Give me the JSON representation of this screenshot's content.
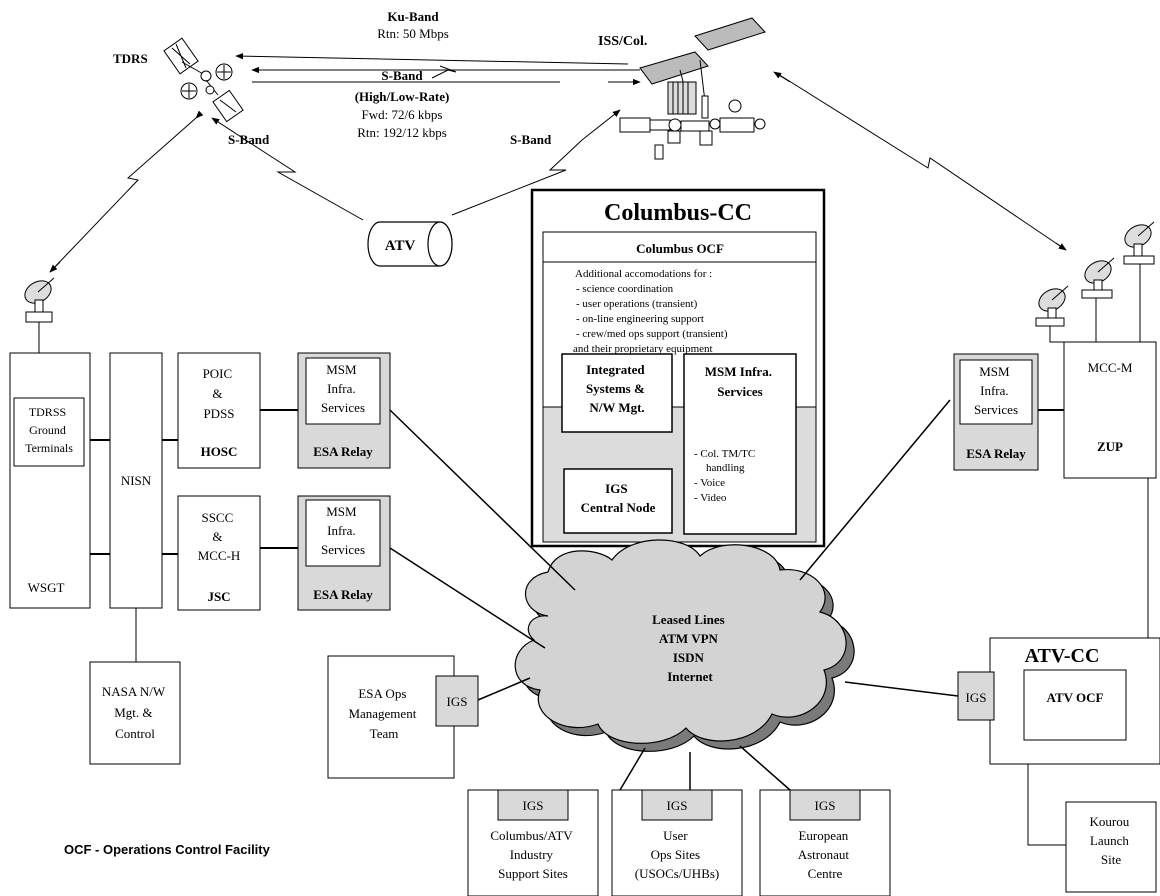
{
  "space": {
    "tdrs": "TDRS",
    "iss": "ISS/Col.",
    "ku_band": "Ku-Band",
    "ku_rtn": "Rtn: 50 Mbps",
    "s_band_top": "S-Band",
    "high_low": "(High/Low-Rate)",
    "fwd": "Fwd: 72/6 kbps",
    "rtn": "Rtn: 192/12 kbps",
    "s_band_left": "S-Band",
    "s_band_right": "S-Band",
    "atv": "ATV"
  },
  "columbus_cc": {
    "title": "Columbus-CC",
    "ocf_title": "Columbus OCF",
    "accom_intro": "Additional accomodations for :",
    "accom_items": [
      "- science coordination",
      "- user operations (transient)",
      "- on-line engineering support",
      "- crew/med ops support (transient)"
    ],
    "accom_outro": "and their proprietary equipment",
    "integrated": [
      "Integrated",
      "Systems &",
      "N/W Mgt."
    ],
    "msm_title": [
      "MSM Infra.",
      "Services"
    ],
    "msm_items": [
      "- Col. TM/TC",
      "handling",
      "- Voice",
      "- Video"
    ],
    "igs_central": [
      "IGS",
      "Central Node"
    ]
  },
  "us_side": {
    "tdrss": [
      "TDRSS",
      "Ground",
      "Terminals"
    ],
    "wsgt": "WSGT",
    "nisn": "NISN",
    "poic": [
      "POIC",
      "&",
      "PDSS"
    ],
    "hosc": "HOSC",
    "sscc": [
      "SSCC",
      "&",
      "MCC-H"
    ],
    "jsc": "JSC",
    "msm_relay": [
      "MSM",
      "Infra.",
      "Services"
    ],
    "esa_relay": "ESA Relay",
    "nasa_nw": [
      "NASA N/W",
      "Mgt. &",
      "Control"
    ]
  },
  "russian_side": {
    "msm_relay": [
      "MSM",
      "Infra.",
      "Services"
    ],
    "esa_relay": "ESA Relay",
    "mcc_m": "MCC-M",
    "zup": "ZUP"
  },
  "network": [
    "Leased Lines",
    "ATM VPN",
    "ISDN",
    "Internet"
  ],
  "atv_cc": {
    "title": "ATV-CC",
    "ocf": "ATV OCF",
    "igs": "IGS"
  },
  "kourou": [
    "Kourou",
    "Launch",
    "Site"
  ],
  "esa_ops": {
    "label": [
      "ESA Ops",
      "Management",
      "Team"
    ],
    "igs": "IGS"
  },
  "sites": [
    {
      "igs": "IGS",
      "label": [
        "Columbus/ATV",
        "Industry",
        "Support Sites"
      ]
    },
    {
      "igs": "IGS",
      "label": [
        "User",
        "Ops Sites",
        "(USOCs/UHBs)"
      ]
    },
    {
      "igs": "IGS",
      "label": [
        "European",
        "Astronaut",
        "Centre"
      ]
    }
  ],
  "footnote": "OCF - Operations Control Facility"
}
